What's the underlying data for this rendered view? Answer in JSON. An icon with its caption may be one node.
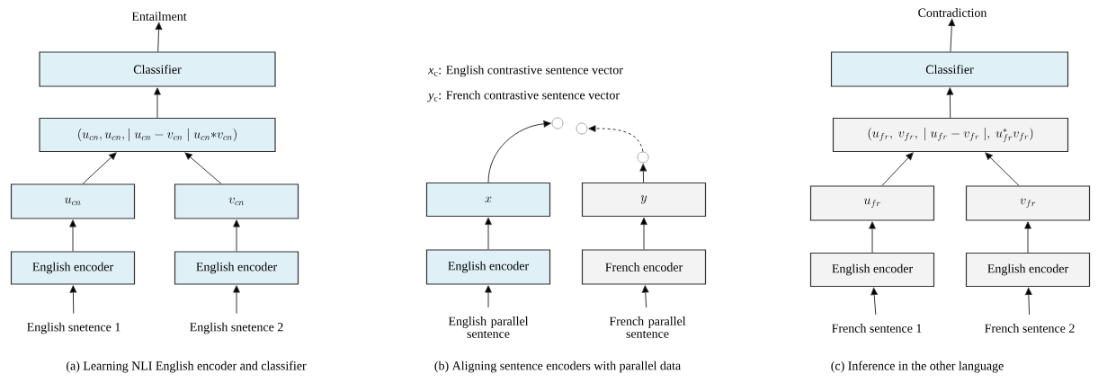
{
  "diagram": {
    "nodes": [
      {
        "text": [
          "Entailment"
        ]
      },
      {
        "text": [
          "Classifier"
        ]
      },
      {
        "text": [
          "(u_{cn},u_{cn},\\mid u_{cn}-v_{cn}\\mid u_{cn}{*}v_{cn})"
        ]
      },
      {
        "text": [
          "u_{cn}"
        ]
      },
      {
        "text": [
          "v_{cn}"
        ]
      },
      {
        "text": [
          "English encoder"
        ]
      },
      {
        "text": [
          "English encoder"
        ]
      },
      {
        "text": [
          "English snetence 1"
        ]
      },
      {
        "text": [
          "English snetence 2"
        ]
      },
      {
        "text": [],
        "shape": "circle"
      },
      {
        "text": [],
        "shape": "circle"
      },
      {
        "text": [],
        "shape": "circle"
      },
      {
        "text": [
          "x"
        ]
      },
      {
        "text": [
          "y"
        ]
      },
      {
        "text": [
          "English encoder"
        ]
      },
      {
        "text": [
          "French encoder"
        ]
      },
      {
        "text": [
          "English parallel sentence"
        ]
      },
      {
        "text": [
          "French parallel sentence"
        ]
      },
      {
        "text": [
          "Contradiction"
        ]
      },
      {
        "text": [
          "Classifier"
        ]
      },
      {
        "text": [
          "(u_{fr},\\ v_{fr},\\ \\mid u_{fr}-v_{fr}\\mid,\\ u_{fr}^{*}v_{fr})"
        ]
      },
      {
        "text": [
          "u_{fr}"
        ]
      },
      {
        "text": [
          "v_{fr}"
        ]
      },
      {
        "text": [
          "English encoder"
        ]
      },
      {
        "text": [
          "English encoder"
        ]
      },
      {
        "text": [
          "French sentence 1"
        ]
      },
      {
        "text": [
          "French sentence 2"
        ]
      }
    ],
    "edges": [
      {
        "from": 1,
        "to": 0,
        "arrow": "to"
      },
      {
        "from": 2,
        "to": 1,
        "arrow": "to"
      },
      {
        "from": 3,
        "to": 2,
        "arrow": "to"
      },
      {
        "from": 4,
        "to": 2,
        "arrow": "to"
      },
      {
        "from": 5,
        "to": 3,
        "arrow": "to"
      },
      {
        "from": 6,
        "to": 4,
        "arrow": "to"
      },
      {
        "from": 7,
        "to": 5,
        "arrow": "to"
      },
      {
        "from": 8,
        "to": 6,
        "arrow": "to"
      },
      {
        "from": 12,
        "to": 9,
        "arrow": "to"
      },
      {
        "from": 13,
        "to": 11,
        "arrow": "to"
      },
      {
        "from": 11,
        "to": 10,
        "arrow": "to",
        "style": "dashed"
      },
      {
        "from": 14,
        "to": 12,
        "arrow": "to"
      },
      {
        "from": 15,
        "to": 13,
        "arrow": "to"
      },
      {
        "from": 16,
        "to": 14,
        "arrow": "to"
      },
      {
        "from": 17,
        "to": 15,
        "arrow": "to"
      },
      {
        "from": 19,
        "to": 18,
        "arrow": "to"
      },
      {
        "from": 20,
        "to": 19,
        "arrow": "to"
      },
      {
        "from": 21,
        "to": 20,
        "arrow": "to"
      },
      {
        "from": 22,
        "to": 20,
        "arrow": "to"
      },
      {
        "from": 23,
        "to": 21,
        "arrow": "to"
      },
      {
        "from": 24,
        "to": 22,
        "arrow": "to"
      },
      {
        "from": 25,
        "to": 23,
        "arrow": "to"
      },
      {
        "from": 26,
        "to": 24,
        "arrow": "to"
      }
    ],
    "labels": [
      "*x*$_{c}$: English contrastive sentence vector",
      "*y*$_{c}$: French contrastive sentence vector",
      "(a) Learning NLI English encoder and classifier",
      "(b) Aligning sentence encoders with parallel data",
      "(c) Inference in the other language"
    ]
  }
}
